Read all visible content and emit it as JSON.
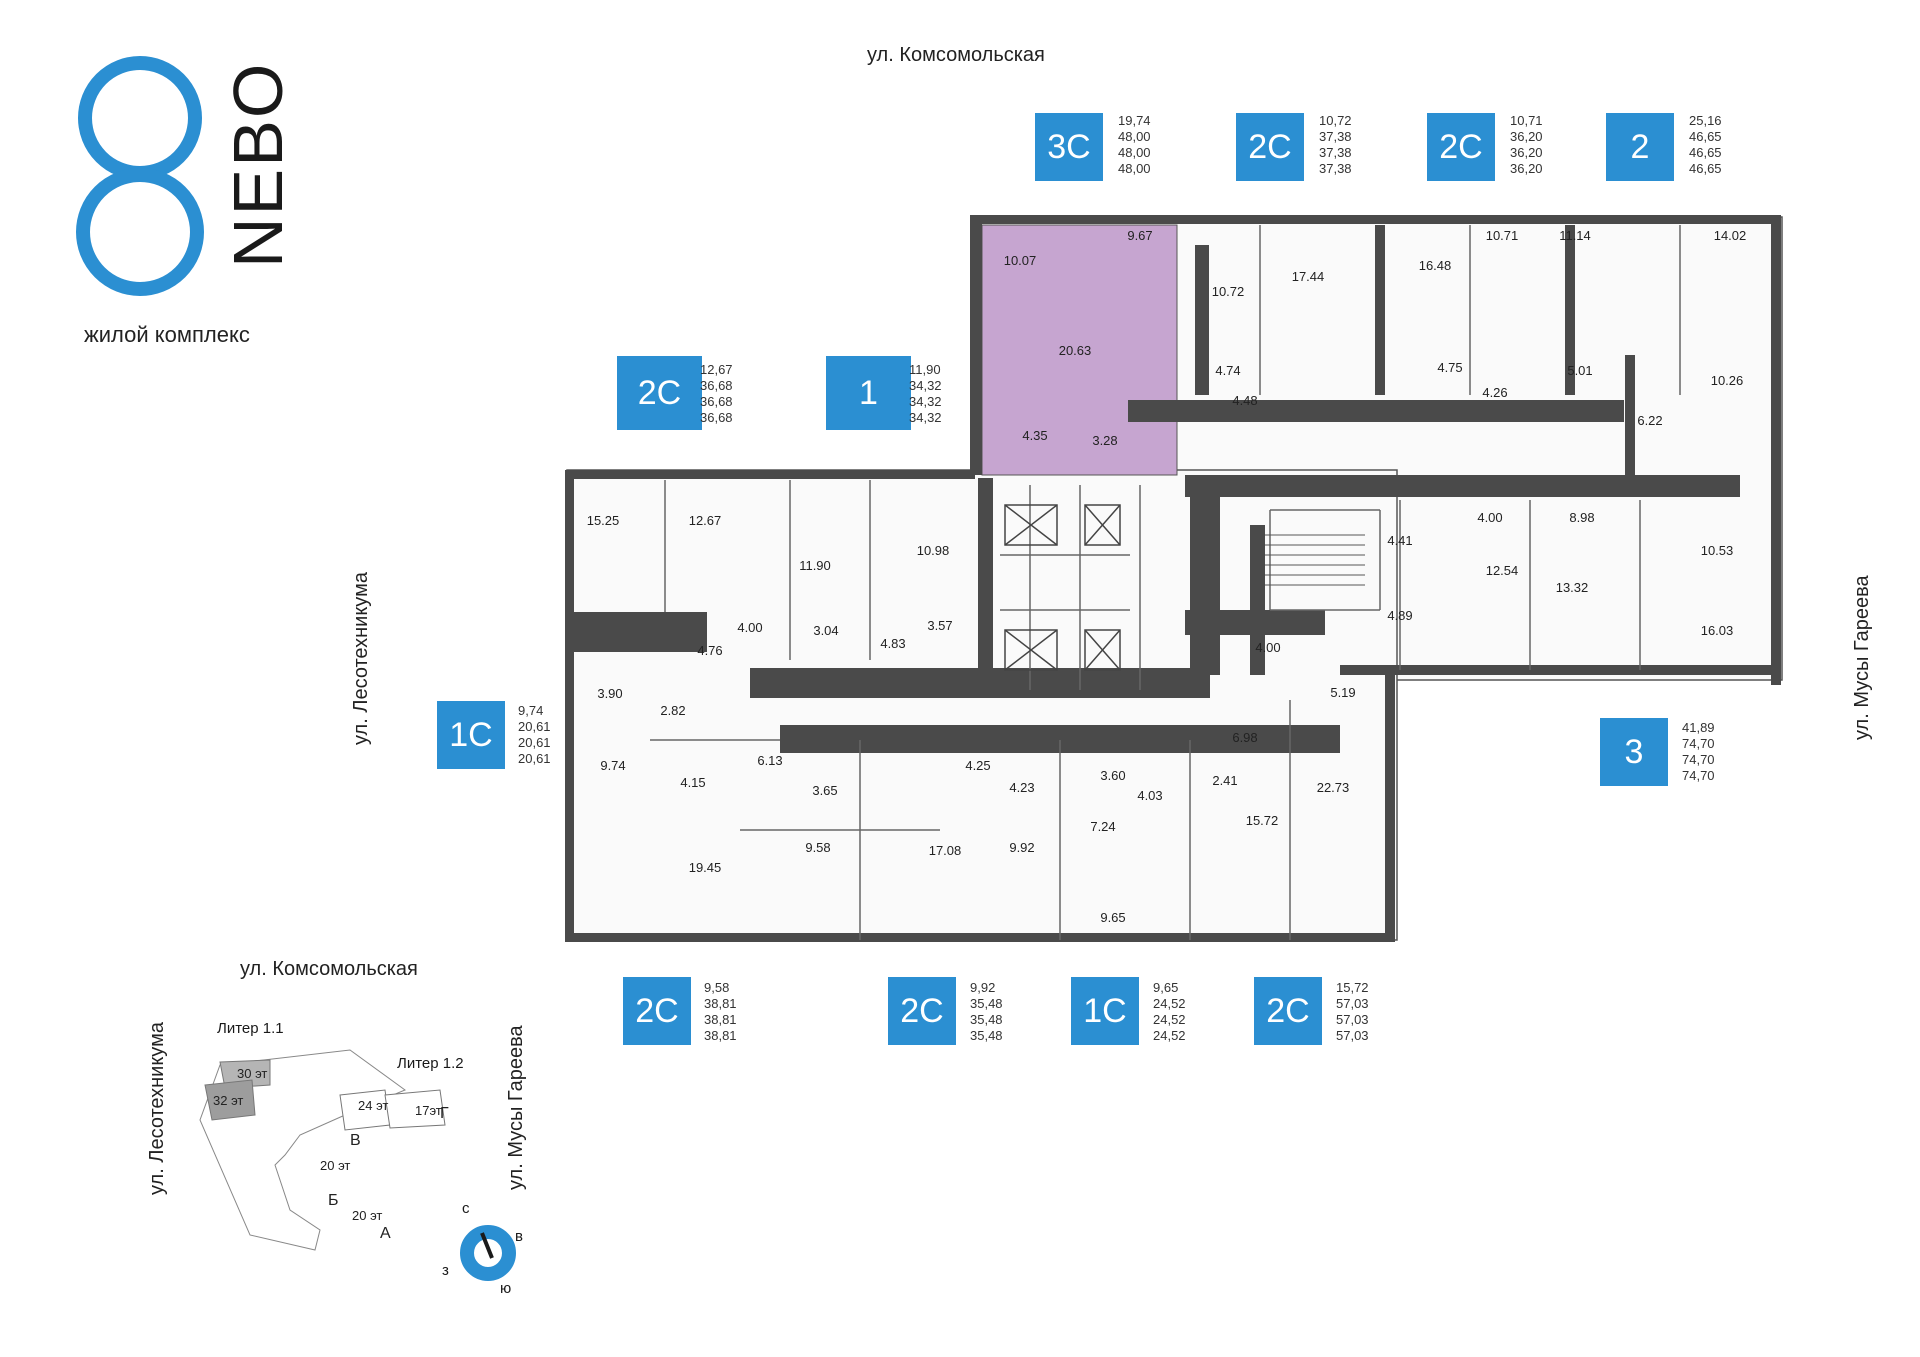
{
  "logo": {
    "name": "NEBO",
    "digit": "8",
    "subtitle": "жилой комплекс"
  },
  "streets": {
    "top": "ул. Комсомольская",
    "left": "ул. Лесотехникума",
    "right": "ул. Мусы Гареева"
  },
  "apartments": [
    {
      "type": "2С",
      "areas": [
        "12,67",
        "36,68",
        "36,68",
        "36,68"
      ]
    },
    {
      "type": "1",
      "areas": [
        "11,90",
        "34,32",
        "34,32",
        "34,32"
      ]
    },
    {
      "type": "3С",
      "areas": [
        "19,74",
        "48,00",
        "48,00",
        "48,00"
      ]
    },
    {
      "type": "2С",
      "areas": [
        "10,72",
        "37,38",
        "37,38",
        "37,38"
      ]
    },
    {
      "type": "2С",
      "areas": [
        "10,71",
        "36,20",
        "36,20",
        "36,20"
      ]
    },
    {
      "type": "2",
      "areas": [
        "25,16",
        "46,65",
        "46,65",
        "46,65"
      ]
    },
    {
      "type": "1С",
      "areas": [
        "9,74",
        "20,61",
        "20,61",
        "20,61"
      ]
    },
    {
      "type": "3",
      "areas": [
        "41,89",
        "74,70",
        "74,70",
        "74,70"
      ]
    },
    {
      "type": "2С",
      "areas": [
        "9,58",
        "38,81",
        "38,81",
        "38,81"
      ]
    },
    {
      "type": "2С",
      "areas": [
        "9,92",
        "35,48",
        "35,48",
        "35,48"
      ]
    },
    {
      "type": "1С",
      "areas": [
        "9,65",
        "24,52",
        "24,52",
        "24,52"
      ]
    },
    {
      "type": "2С",
      "areas": [
        "15,72",
        "57,03",
        "57,03",
        "57,03"
      ]
    }
  ],
  "room_areas": [
    "10.07",
    "9.67",
    "20.63",
    "4.35",
    "3.28",
    "10.72",
    "17.44",
    "4.74",
    "4.48",
    "16.48",
    "10.71",
    "4.75",
    "4.26",
    "11.14",
    "14.02",
    "5.01",
    "6.22",
    "10.26",
    "15.25",
    "12.67",
    "11.90",
    "10.98",
    "4.00",
    "3.04",
    "4.83",
    "3.57",
    "4.76",
    "4.41",
    "4.00",
    "8.98",
    "12.54",
    "13.32",
    "10.53",
    "16.03",
    "4.89",
    "4.00",
    "5.19",
    "3.90",
    "2.82",
    "9.74",
    "4.15",
    "6.13",
    "3.65",
    "4.25",
    "4.23",
    "3.60",
    "4.03",
    "2.41",
    "6.98",
    "22.73",
    "15.72",
    "7.24",
    "9.58",
    "17.08",
    "9.92",
    "9.65",
    "19.45"
  ],
  "site_plan": {
    "street_top": "ул. Комсомольская",
    "street_left": "ул. Лесотехникума",
    "street_right": "ул. Мусы Гареева",
    "liter_1_1": "Литер 1.1",
    "liter_1_2": "Литер 1.2",
    "floors_30": "30 эт",
    "floors_32": "32 эт",
    "floors_24": "24 эт",
    "floors_17": "17эт",
    "floors_20a": "20 эт",
    "floors_20b": "20 эт",
    "section_v": "В",
    "section_g": "Г",
    "section_b": "Б",
    "section_a": "А"
  },
  "compass": {
    "n": "с",
    "e": "в",
    "s": "ю",
    "w": "з"
  },
  "colors": {
    "accent": "#2b8fd2",
    "highlight": "#c6a5d0",
    "wall": "#4a4a4a"
  }
}
